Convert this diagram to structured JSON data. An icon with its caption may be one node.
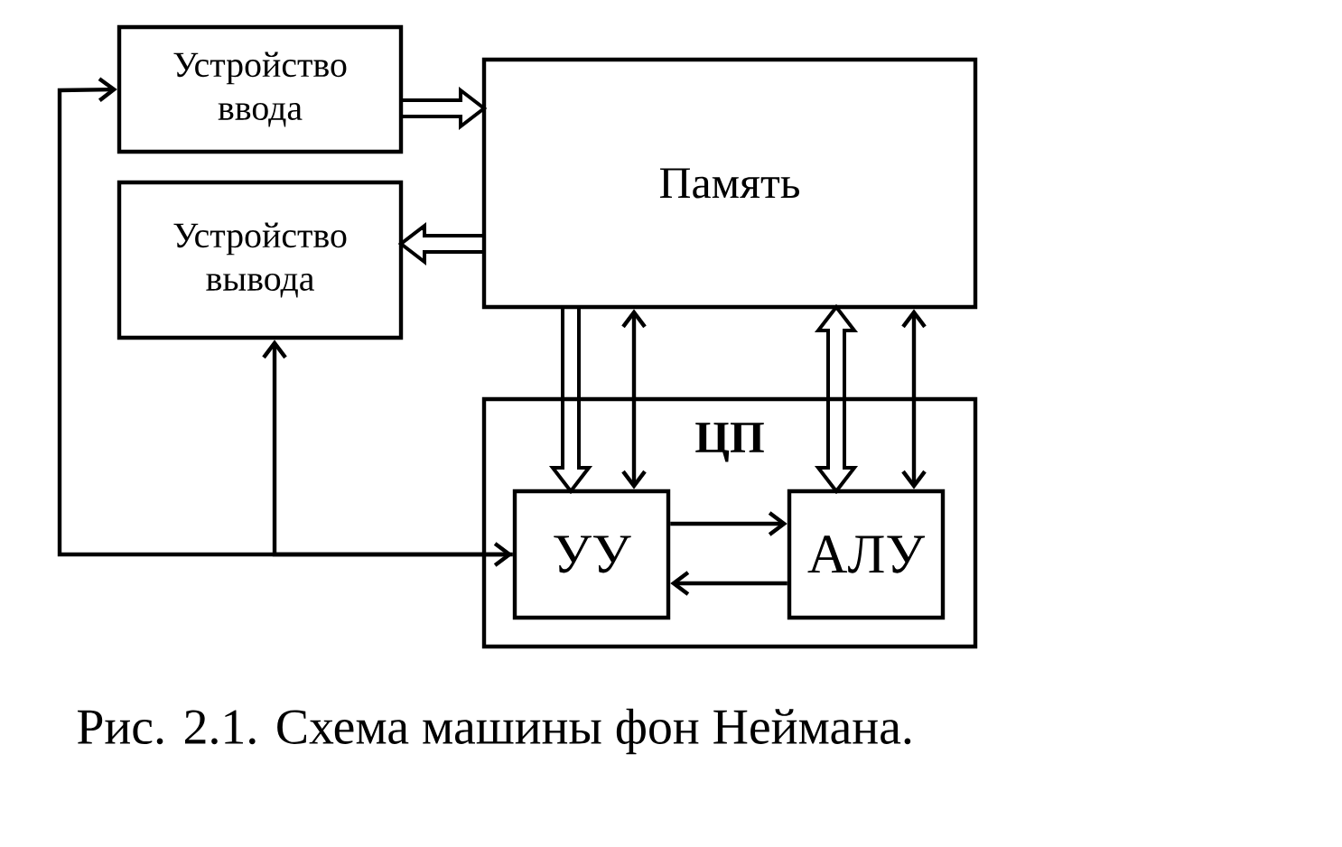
{
  "diagram": {
    "caption": "Рис. 2.1. Схема машины фон Неймана.",
    "nodes": [
      {
        "text": [
          "Устройство ввода"
        ]
      },
      {
        "text": [
          "Устройство вывода"
        ]
      },
      {
        "text": [
          "Память"
        ]
      },
      {
        "text": [
          "ЦП"
        ]
      },
      {
        "text": [
          "УУ"
        ],
        "in": 3
      },
      {
        "text": [
          "АЛУ"
        ],
        "in": 3
      }
    ],
    "edges": [
      {
        "from": 4,
        "to": 0,
        "arrow": "both"
      },
      {
        "from": 4,
        "to": 1,
        "arrow": "to"
      },
      {
        "from": 0,
        "to": 2,
        "arrow": "to",
        "style": "thick"
      },
      {
        "from": 2,
        "to": 1,
        "arrow": "to",
        "style": "thick"
      },
      {
        "from": 2,
        "to": 4,
        "arrow": "to",
        "style": "thick"
      },
      {
        "from": 2,
        "to": 4,
        "arrow": "both"
      },
      {
        "from": 2,
        "to": 5,
        "arrow": "both",
        "style": "thick"
      },
      {
        "from": 2,
        "to": 5,
        "arrow": "both"
      },
      {
        "from": 4,
        "to": 5,
        "arrow": "to"
      },
      {
        "from": 5,
        "to": 4,
        "arrow": "to"
      }
    ]
  }
}
